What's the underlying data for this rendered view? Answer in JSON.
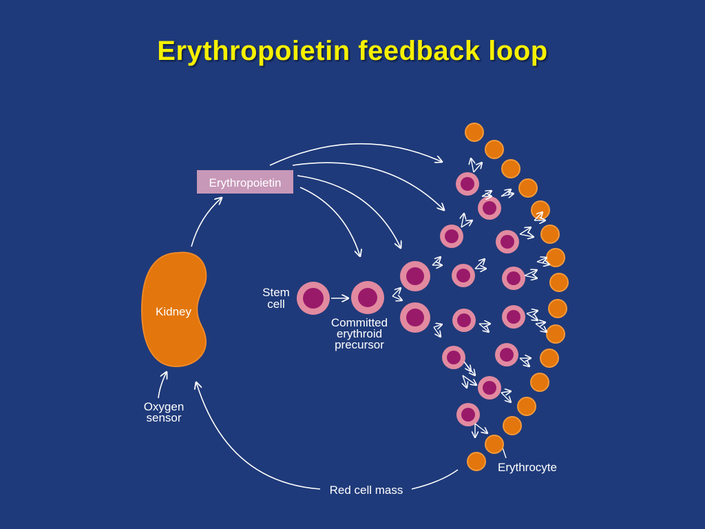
{
  "title": "Erythropoietin feedback loop",
  "labels": {
    "epo": "Erythropoietin",
    "kidney": "Kidney",
    "stem_line1": "Stem",
    "stem_line2": "cell",
    "committed_line1": "Committed",
    "committed_line2": "erythroid",
    "committed_line3": "precursor",
    "oxygen_line1": "Oxygen",
    "oxygen_line2": "sensor",
    "red_cell_mass": "Red cell mass",
    "erythrocyte": "Erythrocyte"
  },
  "colors": {
    "background": "#1f3a7a",
    "title": "#f6f000",
    "kidney": "#e3760c",
    "epo_box": "#c798b8",
    "erythrocyte": "#e3760c",
    "precursor_ring": "#e28aa0",
    "nucleus": "#9a1a6a",
    "arrow": "#ffffff"
  }
}
